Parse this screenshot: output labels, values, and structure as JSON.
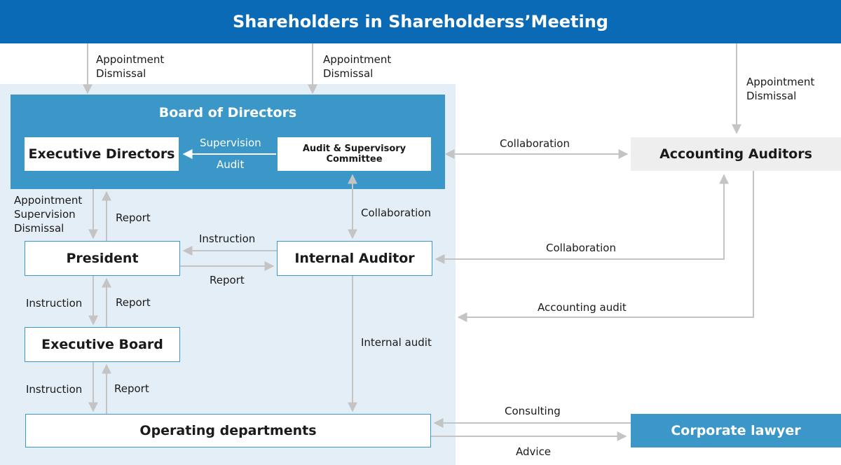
{
  "header": {
    "title": "Shareholders in Shareholderss’Meeting"
  },
  "board": {
    "title": "Board of Directors",
    "executive_directors": "Executive Directors",
    "audit_committee": "Audit & Supervisory Committee",
    "supervision": "Supervision",
    "audit": "Audit"
  },
  "nodes": {
    "accounting_auditors": "Accounting Auditors",
    "president": "President",
    "internal_auditor": "Internal Auditor",
    "executive_board": "Executive Board",
    "operating_departments": "Operating departments",
    "corporate_lawyer": "Corporate lawyer"
  },
  "labels": {
    "appointment": "Appointment",
    "dismissal": "Dismissal",
    "supervision": "Supervision",
    "collaboration": "Collaboration",
    "report": "Report",
    "instruction": "Instruction",
    "accounting_audit": "Accounting audit",
    "internal_audit": "Internal audit",
    "consulting": "Consulting",
    "advice": "Advice"
  },
  "colors": {
    "header": "#0a6ab5",
    "board": "#3a97c7",
    "zone": "#e4eef6",
    "line": "#c4c4c4",
    "auditors_bg": "#eeeeee"
  }
}
